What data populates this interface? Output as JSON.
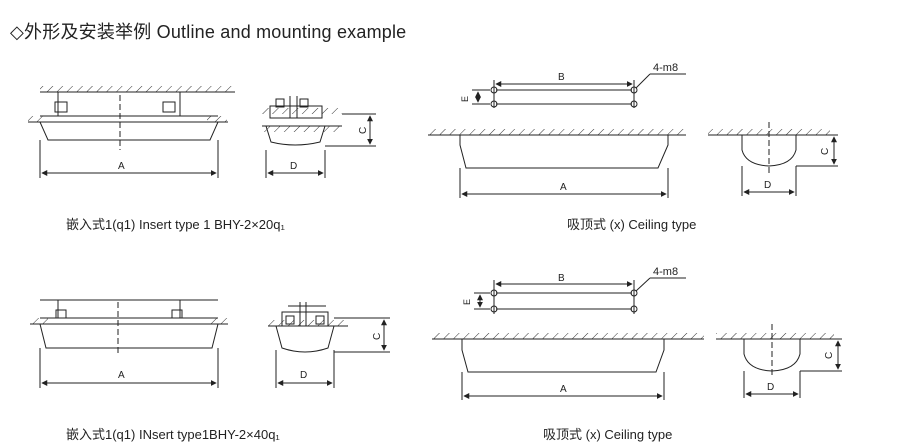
{
  "title": "◇外形及安装举例 Outline and mounting example",
  "captions": {
    "top_left": "嵌入式1(q1) Insert type 1 BHY-2×20q₁",
    "top_right": "吸顶式 (x) Ceiling type",
    "bottom_left": "嵌入式1(q1) INsert type1BHY-2×40q₁",
    "bottom_right": "吸顶式 (x) Ceiling type"
  },
  "dimension_labels": {
    "a": "A",
    "b": "B",
    "c": "C",
    "d": "D",
    "e": "E",
    "holes": "4-m8"
  }
}
